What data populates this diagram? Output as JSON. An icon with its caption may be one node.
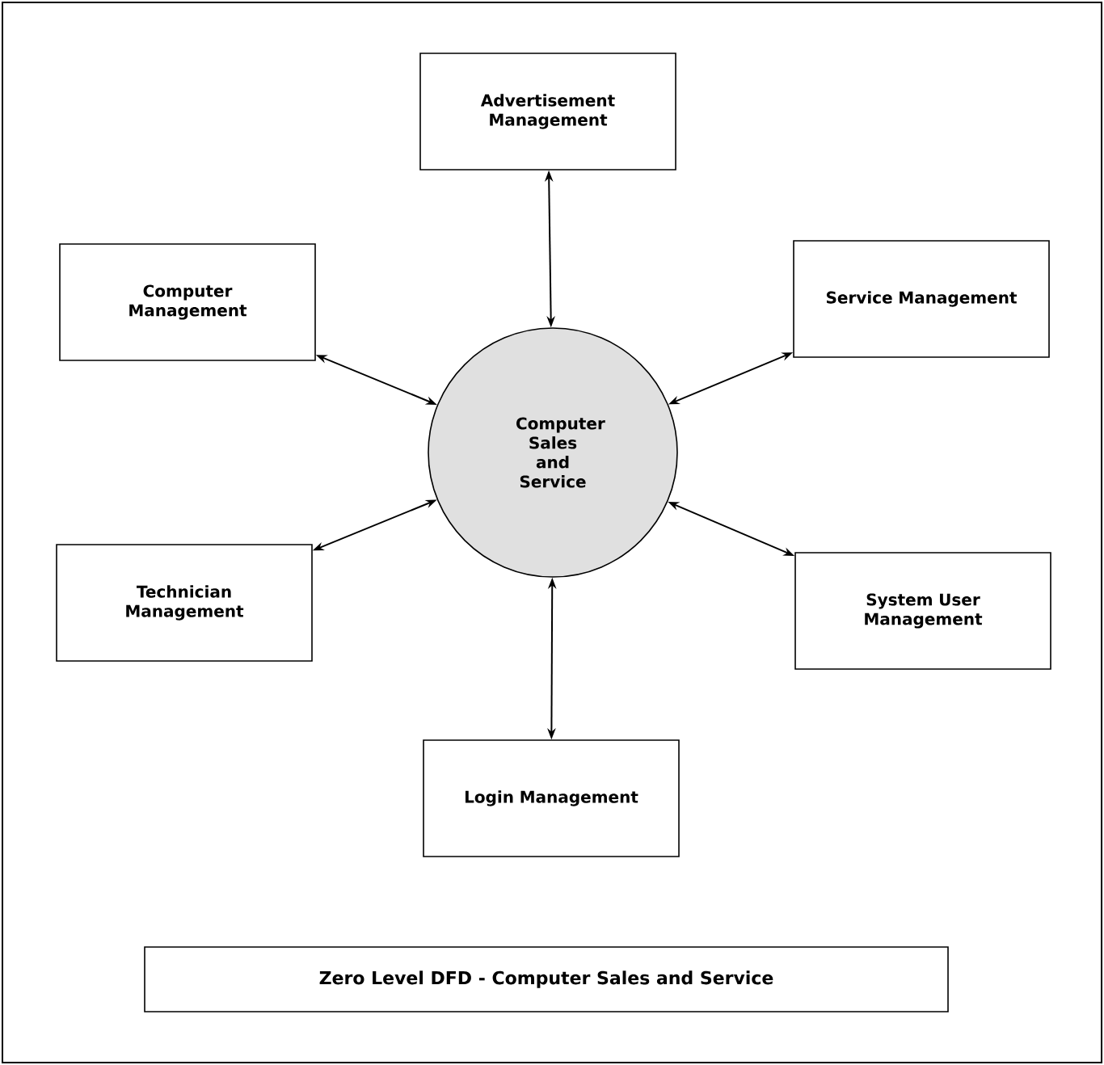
{
  "diagram": {
    "title": "Zero Level DFD -  Computer Sales and Service",
    "nodes": [
      {
        "text": [
          "Computer Sales and Service"
        ]
      },
      {
        "text": [
          "Advertisement Management"
        ]
      },
      {
        "text": [
          "Computer Management"
        ]
      },
      {
        "text": [
          "Service Management"
        ]
      },
      {
        "text": [
          "Technician Management"
        ]
      },
      {
        "text": [
          "System User Management"
        ]
      },
      {
        "text": [
          "Login Management"
        ]
      }
    ],
    "edges": [
      {
        "from": 0,
        "to": 1,
        "arrow": "both"
      },
      {
        "from": 0,
        "to": 2,
        "arrow": "both"
      },
      {
        "from": 0,
        "to": 3,
        "arrow": "both"
      },
      {
        "from": 0,
        "to": 4,
        "arrow": "both"
      },
      {
        "from": 0,
        "to": 5,
        "arrow": "both"
      },
      {
        "from": 0,
        "to": 6,
        "arrow": "both"
      }
    ]
  }
}
